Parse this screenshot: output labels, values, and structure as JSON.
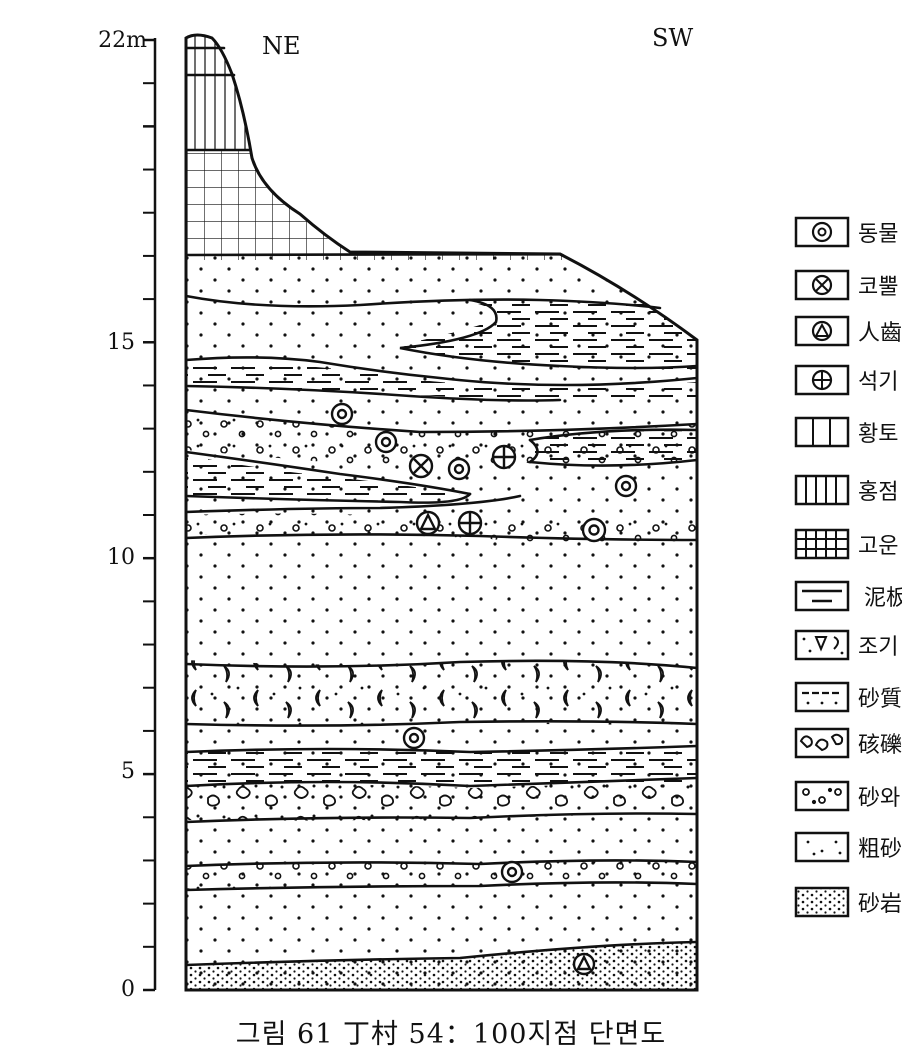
{
  "axis": {
    "unit_label": "22m",
    "ticks": [
      "15",
      "10",
      "5",
      "0"
    ]
  },
  "orientation": {
    "left": "NE",
    "right": "SW"
  },
  "legend": [
    {
      "symbol": "bone-circle-icon",
      "label": "동물"
    },
    {
      "symbol": "x-circle-icon",
      "label": "코뿔"
    },
    {
      "symbol": "tooth-circle-icon",
      "label": "人齒"
    },
    {
      "symbol": "plus-circle-icon",
      "label": "석기"
    },
    {
      "symbol": "wide-grid-icon",
      "label": "황토"
    },
    {
      "symbol": "narrow-grid-icon",
      "label": "홍점"
    },
    {
      "symbol": "cross-grid-icon",
      "label": "고운"
    },
    {
      "symbol": "dash-lines-icon",
      "label": "泥板"
    },
    {
      "symbol": "shell-dots-icon",
      "label": "조기"
    },
    {
      "symbol": "sand-dash-icon",
      "label": "砂質"
    },
    {
      "symbol": "gravel-icon",
      "label": "硋礫"
    },
    {
      "symbol": "sand-gravel-icon",
      "label": "砂와"
    },
    {
      "symbol": "coarse-sand-icon",
      "label": "粗砂"
    },
    {
      "symbol": "sandstone-icon",
      "label": "砂岩"
    }
  ],
  "caption": "그림 61  丁村 54：100지점 단면도"
}
